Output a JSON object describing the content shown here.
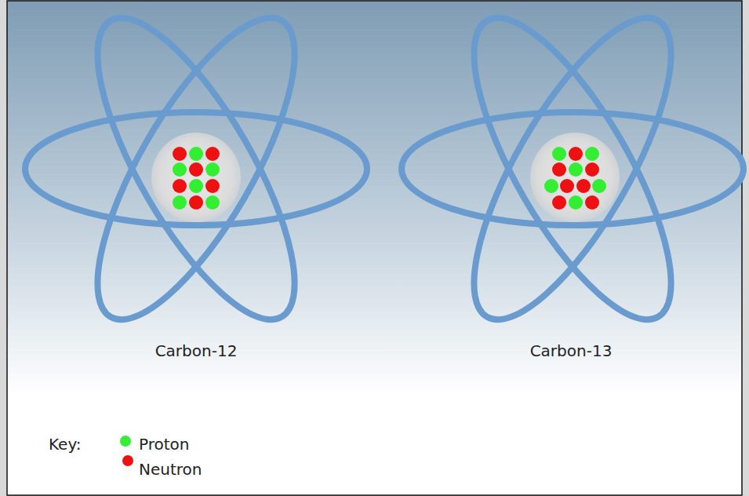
{
  "diagram": {
    "labels": [
      "Carbon-12",
      "Carbon-13",
      "Key:"
    ],
    "legend": [
      {
        "text": "Proton",
        "color": "#33ee33"
      },
      {
        "text": "Neutron",
        "color": "#ee1111"
      }
    ]
  }
}
